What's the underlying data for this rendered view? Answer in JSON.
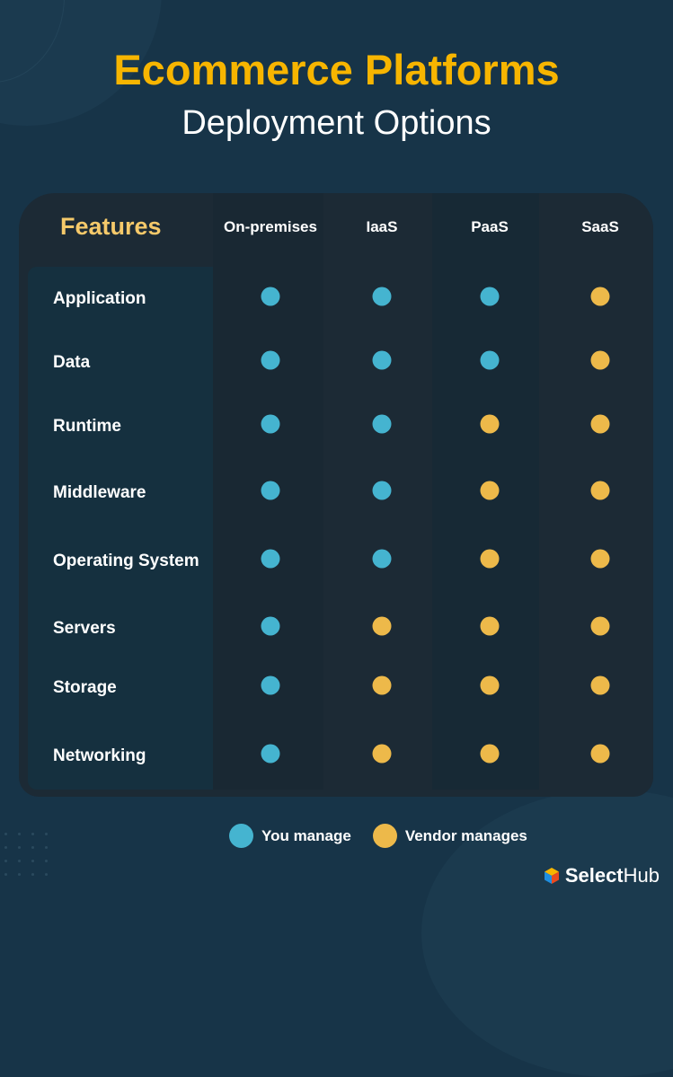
{
  "header": {
    "title": "Ecommerce Platforms",
    "subtitle": "Deployment Options"
  },
  "table": {
    "features_label": "Features",
    "columns": [
      "On-premises",
      "IaaS",
      "PaaS",
      "SaaS"
    ],
    "rows": [
      {
        "label": "Application",
        "values": [
          "you",
          "you",
          "you",
          "vendor"
        ]
      },
      {
        "label": "Data",
        "values": [
          "you",
          "you",
          "you",
          "vendor"
        ]
      },
      {
        "label": "Runtime",
        "values": [
          "you",
          "you",
          "vendor",
          "vendor"
        ]
      },
      {
        "label": "Middleware",
        "values": [
          "you",
          "you",
          "vendor",
          "vendor"
        ]
      },
      {
        "label": "Operating System",
        "values": [
          "you",
          "you",
          "vendor",
          "vendor"
        ]
      },
      {
        "label": "Servers",
        "values": [
          "you",
          "vendor",
          "vendor",
          "vendor"
        ]
      },
      {
        "label": "Storage",
        "values": [
          "you",
          "vendor",
          "vendor",
          "vendor"
        ]
      },
      {
        "label": "Networking",
        "values": [
          "you",
          "vendor",
          "vendor",
          "vendor"
        ]
      }
    ]
  },
  "legend": {
    "you_label": "You manage",
    "vendor_label": "Vendor manages"
  },
  "colors": {
    "title": "#f7b500",
    "features_header": "#f5c96a",
    "you": "#45b4d0",
    "vendor": "#edb94a",
    "background": "#173448",
    "panel": "#1c2a35"
  },
  "logo": {
    "bold": "Select",
    "regular": "Hub",
    "icon": "cube-logo-icon"
  }
}
